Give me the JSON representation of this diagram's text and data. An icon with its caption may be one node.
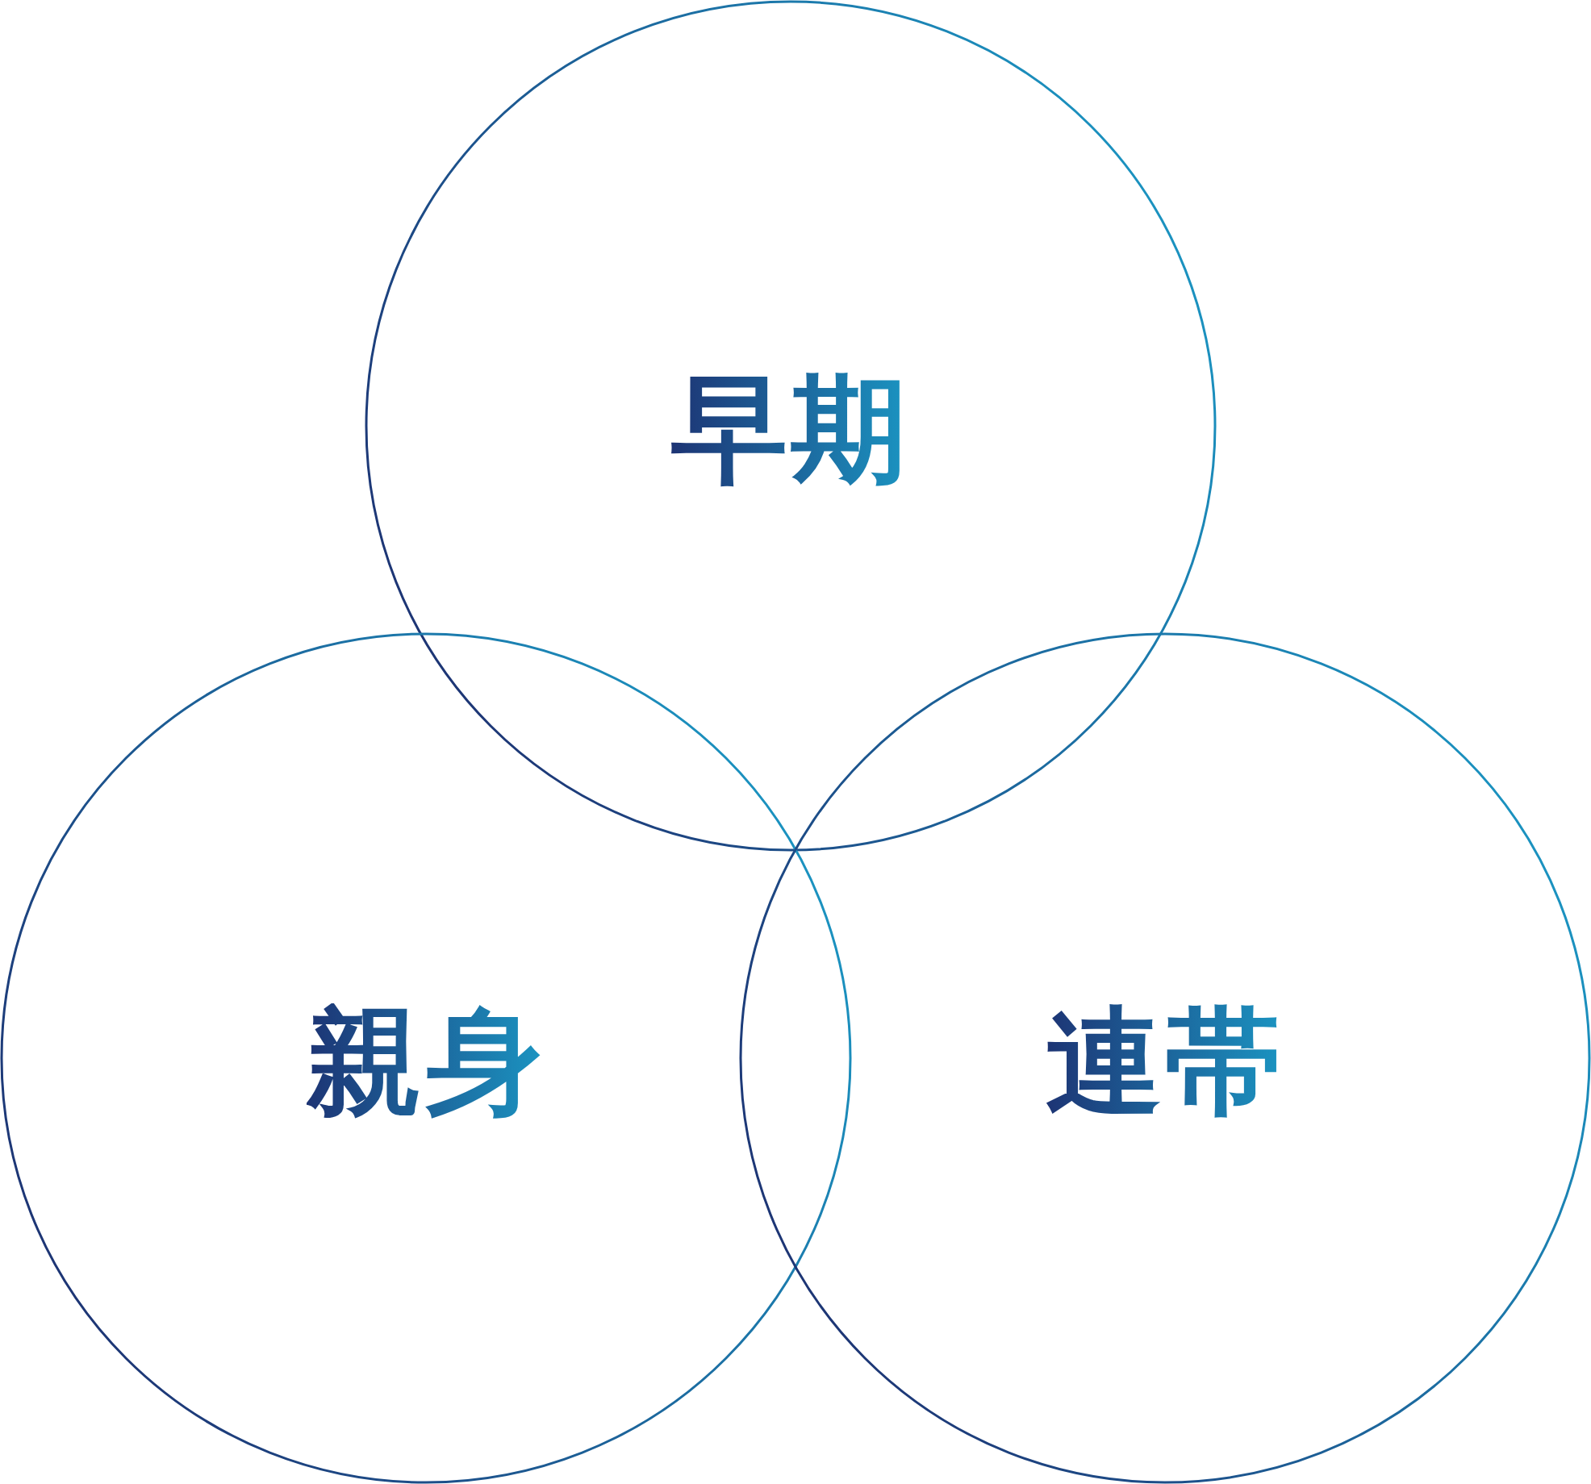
{
  "diagram": {
    "nodes": [
      {
        "text": [
          "早期"
        ]
      },
      {
        "text": [
          "親身"
        ]
      },
      {
        "text": [
          "連帯"
        ]
      }
    ]
  }
}
